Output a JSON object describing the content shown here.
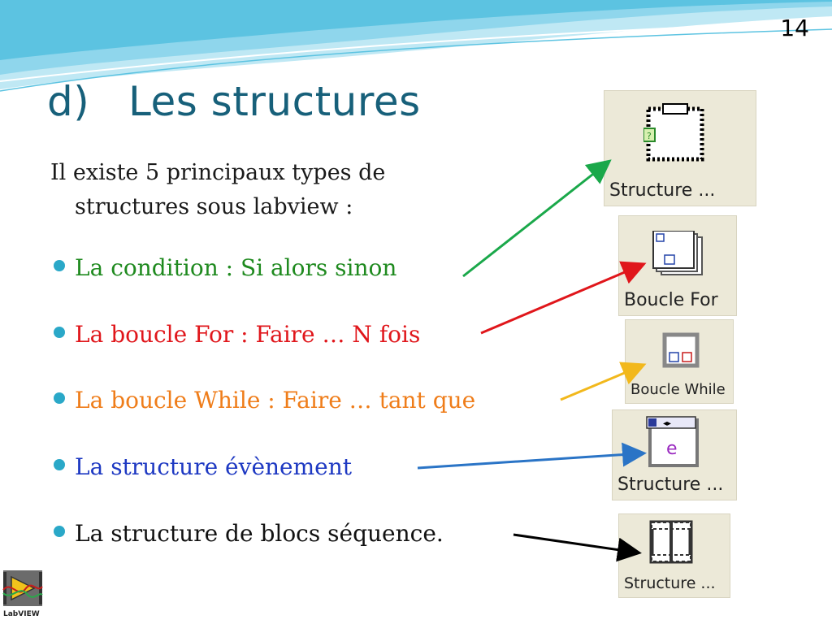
{
  "slide": {
    "page_number": "14",
    "title_letter": "d)",
    "title_text": "Les structures",
    "intro": "Il existe 5 principaux types de structures sous labview :",
    "bullets": [
      {
        "label": "La condition : Si alors sinon",
        "color": "#1f8a1f"
      },
      {
        "label": "La boucle For : Faire … N fois",
        "color": "#e0161b"
      },
      {
        "label": "La boucle While : Faire … tant que",
        "color": "#ef7d1a"
      },
      {
        "label": "La structure évènement",
        "color": "#1d38c2"
      },
      {
        "label": "La structure de blocs séquence.",
        "color": "#111111"
      }
    ]
  },
  "palette": [
    {
      "caption": "Structure ...",
      "icon": "case-structure-icon"
    },
    {
      "caption": "Boucle For",
      "icon": "for-loop-icon"
    },
    {
      "caption": "Boucle While",
      "icon": "while-loop-icon"
    },
    {
      "caption": "Structure ...",
      "icon": "event-structure-icon"
    },
    {
      "caption": "Structure ...",
      "icon": "sequence-structure-icon"
    }
  ],
  "logo": {
    "text": "LabVIEW",
    "icon": "labview-logo-icon"
  },
  "colors": {
    "title": "#17607a",
    "bullet_dot": "#2aa8c8",
    "accent_wave": "#7fd3ea"
  }
}
